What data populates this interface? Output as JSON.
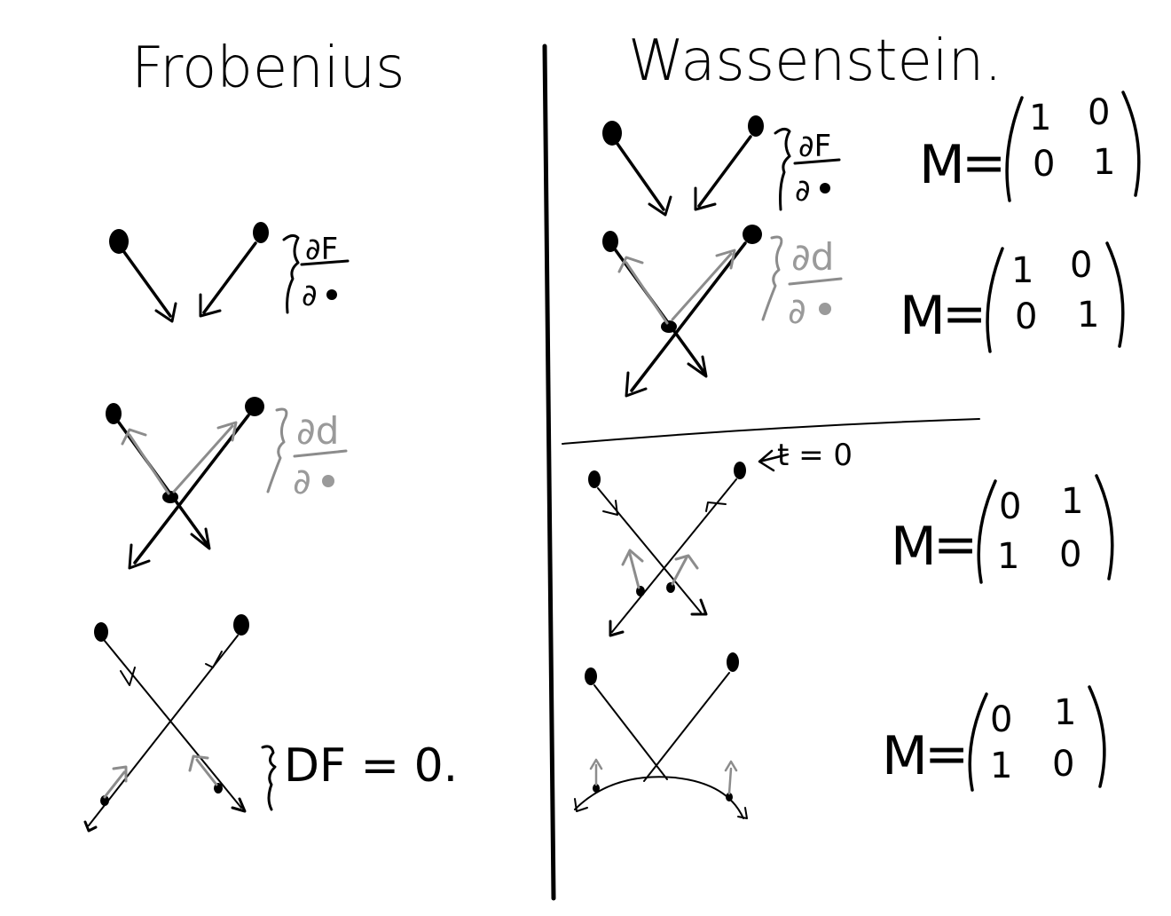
{
  "titles": {
    "left": "Frobenius",
    "right": "Wassenstein."
  },
  "labels": {
    "frac_dF_num": "∂F",
    "frac_dF_den": "∂",
    "frac_dd_num": "∂d",
    "frac_dd_den": "∂",
    "df_zero": "DF = 0.",
    "t_zero": "t = 0"
  },
  "matrices": [
    {
      "name": "M",
      "eq": "=",
      "entries": [
        "1",
        "0",
        "0",
        "1"
      ]
    },
    {
      "name": "M",
      "eq": "=",
      "entries": [
        "1",
        "0",
        "0",
        "1"
      ]
    },
    {
      "name": "M",
      "eq": "=",
      "entries": [
        "0",
        "1",
        "1",
        "0"
      ]
    },
    {
      "name": "M",
      "eq": "=",
      "entries": [
        "0",
        "1",
        "1",
        "0"
      ]
    }
  ],
  "colors": {
    "ink": "#000000",
    "highlight": "#9a9a9a",
    "background": "#ffffff"
  }
}
